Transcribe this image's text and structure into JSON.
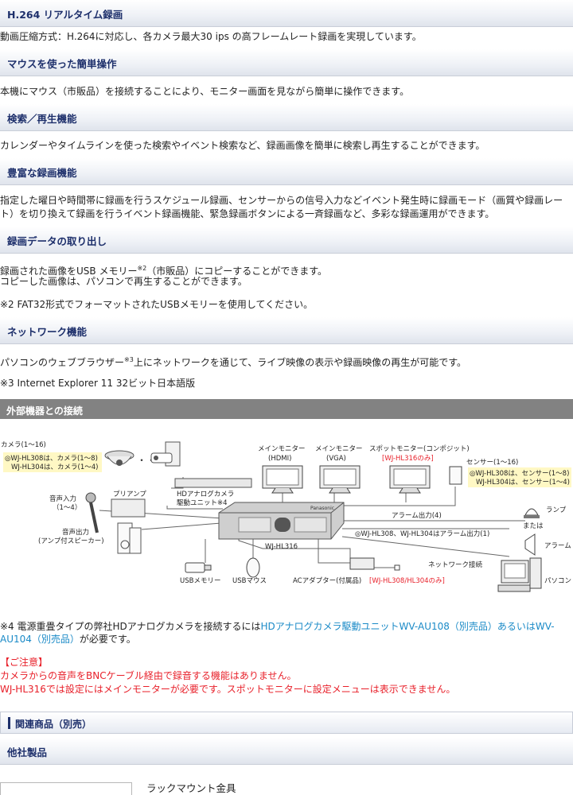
{
  "sections": [
    {
      "heading": "H.264 リアルタイム録画",
      "text": "動画圧縮方式：H.264に対応し、各カメラ最大30 ips の高フレームレート録画を実現しています。"
    },
    {
      "heading": "マウスを使った簡単操作",
      "text": "本機にマウス（市販品）を接続することにより、モニター画面を見ながら簡単に操作できます。"
    },
    {
      "heading": "検索／再生機能",
      "text": "カレンダーやタイムラインを使った検索やイベント検索など、録画画像を簡単に検索し再生することができます。"
    },
    {
      "heading": "豊富な録画機能",
      "text_line1": "指定した曜日や時間帯に録画を行うスケジュール録画、センサーからの信号入力などイベント発生時に録画モード（画質や録画レー",
      "text_line2": "ト）を切り換えて録画を行うイベント録画機能、緊急録画ボタンによる一斉録画など、多彩な録画運用ができます。"
    },
    {
      "heading": "録画データの取り出し",
      "text_line1_a": "録画された画像をUSB メモリー",
      "text_line1_sup": "※2",
      "text_line1_b": "（市販品）にコピーすることができます。",
      "text_line2": "コピーした画像は、パソコンで再生することができます。",
      "note": "※2 FAT32形式でフォーマットされたUSBメモリーを使用してください。"
    },
    {
      "heading": "ネットワーク機能",
      "text_a": "パソコンのウェブブラウザー",
      "text_sup": "※3",
      "text_b": "上にネットワークを通じて、ライブ映像の表示や録画映像の再生が可能です。",
      "note": "※3 Internet Explorer 11 32ビット日本語版"
    }
  ],
  "connection": {
    "heading": "外部機器との接続",
    "labels": {
      "camera": "カメラ(1～16)",
      "camera_note1": "◎WJ-HL308は、カメラ(1～8)",
      "camera_note2": "WJ-HL304は、カメラ(1～4)",
      "dots": "・・・",
      "hd_unit1": "HDアナログカメラ",
      "hd_unit2": "駆動ユニット※4",
      "mic1": "音声入力",
      "mic2": "（1～4）",
      "preamp": "プリアンプ",
      "speaker1": "音声出力",
      "speaker2": "(アンプ付スピーカー)",
      "mon_hdmi1": "メインモニター",
      "mon_hdmi2": "(HDMI)",
      "mon_vga1": "メインモニター",
      "mon_vga2": "(VGA)",
      "mon_spot1": "スポットモニター(コンポジット)",
      "mon_spot2": "[WJ-HL316のみ]",
      "sensor": "センサー(1～16)",
      "sensor_note1": "◎WJ-HL308は、センサー(1～8)",
      "sensor_note2": "WJ-HL304は、センサー(1～4)",
      "alarm4": "アラーム出力(4)",
      "alarm_note": "◎WJ-HL308、WJ-HL304はアラーム出力(1)",
      "lamp": "ランプ",
      "or": "または",
      "alarm": "アラーム",
      "model": "WJ-HL316",
      "network": "ネットワーク接続",
      "pc": "パソコン",
      "usb_memory": "USBメモリー",
      "usb_mouse": "USBマウス",
      "ac_adapter": "ACアダプター(付属品)",
      "ac_note": "[WJ-HL308/HL304のみ]",
      "brand": "Panasonic"
    }
  },
  "footnote4": {
    "a": "※4 電源重畳タイプの弊社HDアナログカメラを接続するには",
    "link_a": "HDアナログカメラ駆動ユニットWV-AU108（別売品）あるいはWV-",
    "link_b": "AU104（別売品）",
    "b": "が必要です。"
  },
  "caution": {
    "title": "【ご注意】",
    "line1": "カメラからの音声をBNCケーブル経由で録音する機能はありません。",
    "line2": "WJ-HL316では設定にはメインモニターが必要です。スポットモニターに設定メニューは表示できません。"
  },
  "related": {
    "heading": "関連商品（別売）"
  },
  "other": {
    "heading": "他社製品"
  },
  "rackmount": {
    "label": "ラックマウント金具"
  },
  "colors": {
    "heading_text": "#1d2f6b",
    "dark_bar": "#828282",
    "link": "#1a8ac7",
    "red": "#e8202a"
  }
}
